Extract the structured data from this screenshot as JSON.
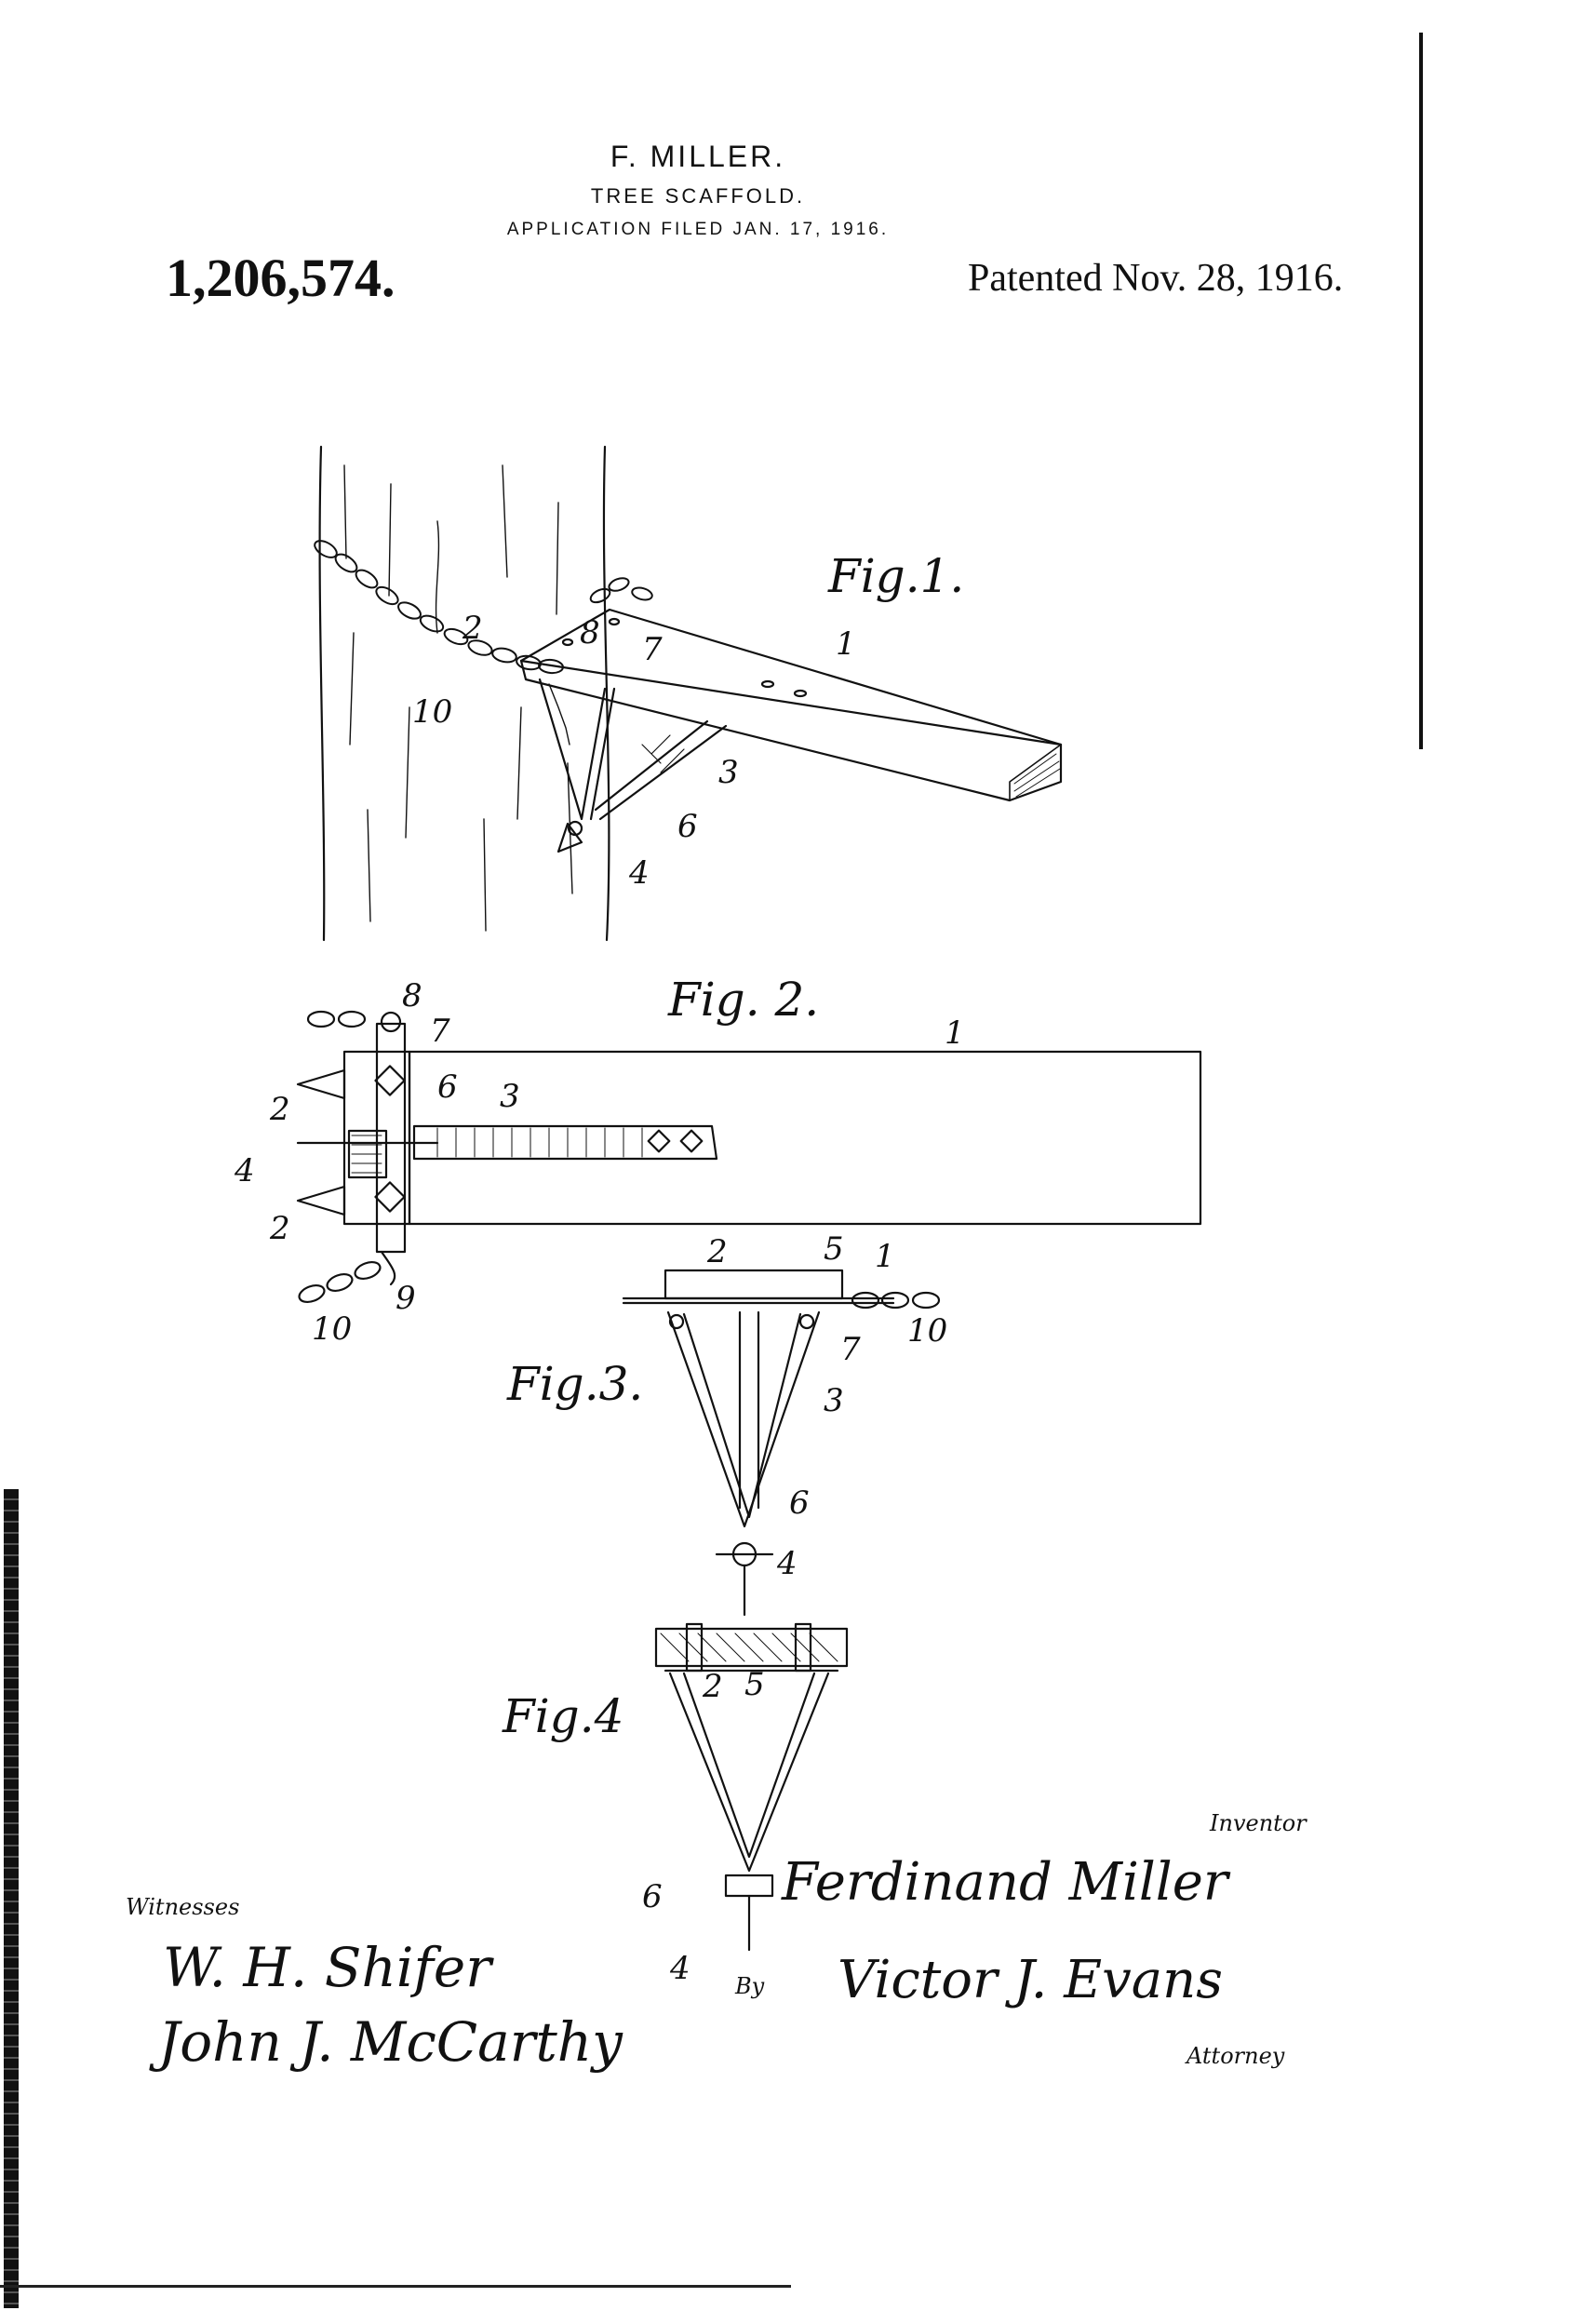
{
  "header": {
    "inventor_name": "F. MILLER.",
    "title": "TREE SCAFFOLD.",
    "application_filed": "APPLICATION FILED JAN. 17, 1916.",
    "patent_number": "1,206,574.",
    "patented_date": "Patented Nov. 28, 1916."
  },
  "figures": {
    "fig1": {
      "label": "Fig.1.",
      "refs": {
        "r1": "1",
        "r2": "2",
        "r3": "3",
        "r4": "4",
        "r6": "6",
        "r7": "7",
        "r8": "8",
        "r10": "10"
      }
    },
    "fig2": {
      "label": "Fig. 2.",
      "refs": {
        "r1": "1",
        "r2a": "2",
        "r2b": "2",
        "r3": "3",
        "r4": "4",
        "r6": "6",
        "r7": "7",
        "r8": "8",
        "r9": "9",
        "r10": "10"
      }
    },
    "fig3": {
      "label": "Fig.3.",
      "refs": {
        "r1": "1",
        "r2": "2",
        "r3": "3",
        "r4": "4",
        "r5": "5",
        "r6": "6",
        "r7": "7",
        "r10": "10"
      }
    },
    "fig4": {
      "label": "Fig.4",
      "refs": {
        "r2": "2",
        "r4": "4",
        "r5": "5",
        "r6": "6"
      }
    }
  },
  "signatures": {
    "witnesses_label": "Witnesses",
    "witness_1": "W. H. Shifer",
    "witness_2": "John J. McCarthy",
    "inventor_label": "Inventor",
    "inventor_signature": "Ferdinand Miller",
    "by_label": "By",
    "attorney_signature": "Victor J. Evans",
    "attorney_label": "Attorney"
  }
}
